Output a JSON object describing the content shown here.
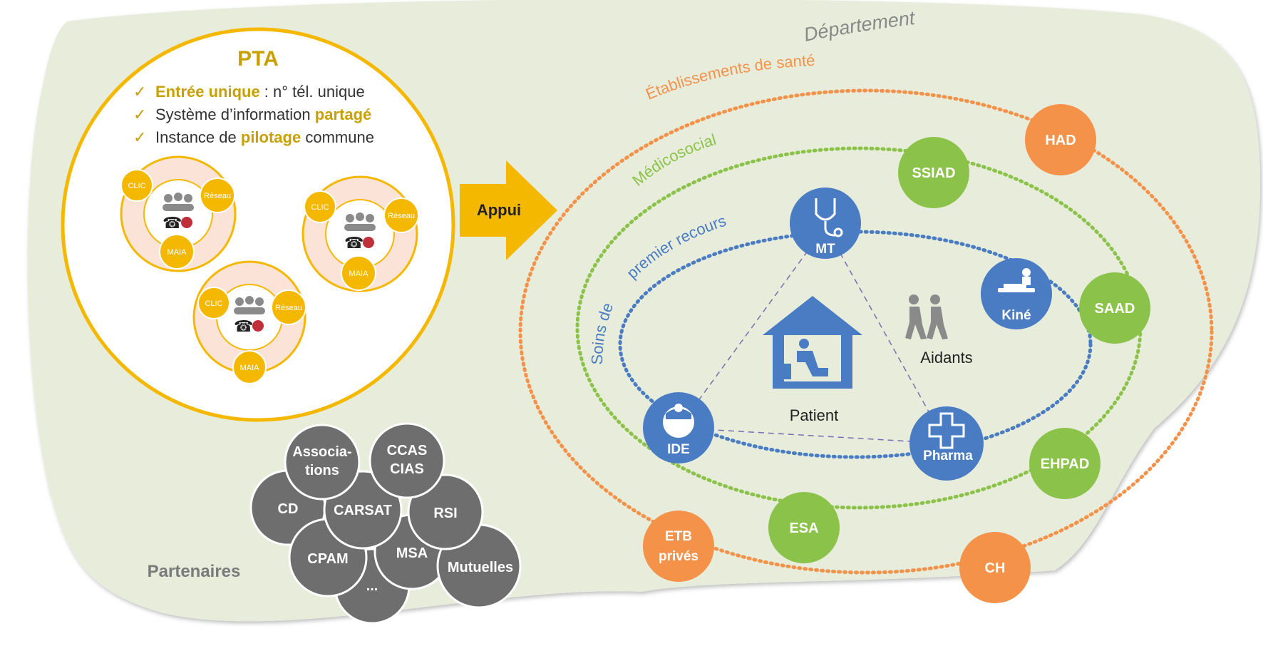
{
  "colors": {
    "background_blob": "#e8ecdb",
    "pta_gold": "#f5b800",
    "pta_title": "#c8a000",
    "highlight_text": "#c8a000",
    "check": "#c8a000",
    "mini_fill": "#fbe3d7",
    "orange": "#f4924a",
    "green": "#8bc34a",
    "blue": "#4a7cc4",
    "partner_gray": "#6e6e6e",
    "dept_text": "#888888",
    "partners_text": "#7a7a7a",
    "dashed_purple": "#7a6cae"
  },
  "icons": [
    "phone-icon",
    "people-icon",
    "arrow-icon",
    "stethoscope-icon",
    "nurse-cap-icon",
    "pharmacy-cross-icon",
    "physiotherapy-icon",
    "walking-people-icon",
    "house-icon"
  ],
  "pta": {
    "title": "PTA",
    "items": [
      {
        "highlight": "Entrée unique",
        "rest": " : n° tél. unique",
        "pre": ""
      },
      {
        "pre": "Système d’information ",
        "highlight": "partagé",
        "rest": ""
      },
      {
        "pre": "Instance de ",
        "highlight": "pilotage",
        "rest": " commune"
      }
    ],
    "mini_labels": {
      "clic": "CLIC",
      "reseau": "Réseau",
      "maia": "MAIA"
    }
  },
  "arrow_label": "Appui",
  "departement": "Département",
  "rings": {
    "etablissements": "Établissements de santé",
    "medicosocial": "Médicosocial",
    "premier_recours": "premier recours",
    "soins_de": "Soins de"
  },
  "nodes": {
    "had": "HAD",
    "ssiad": "SSIAD",
    "saad": "SAAD",
    "ehpad": "EHPAD",
    "esa": "ESA",
    "etb": [
      "ETB",
      "privés"
    ],
    "ch": "CH",
    "mt": "MT",
    "kine": "Kiné",
    "ide": "IDE",
    "pharma": "Pharma"
  },
  "center": {
    "patient": "Patient",
    "aidants": "Aidants"
  },
  "partners": {
    "label": "Partenaires",
    "associations": [
      "Associa-",
      "tions"
    ],
    "ccas": [
      "CCAS",
      "CIAS"
    ],
    "cd": "CD",
    "carsat": "CARSAT",
    "rsi": "RSI",
    "cpam": "CPAM",
    "msa": "MSA",
    "mutuelles": "Mutuelles",
    "more": "..."
  }
}
